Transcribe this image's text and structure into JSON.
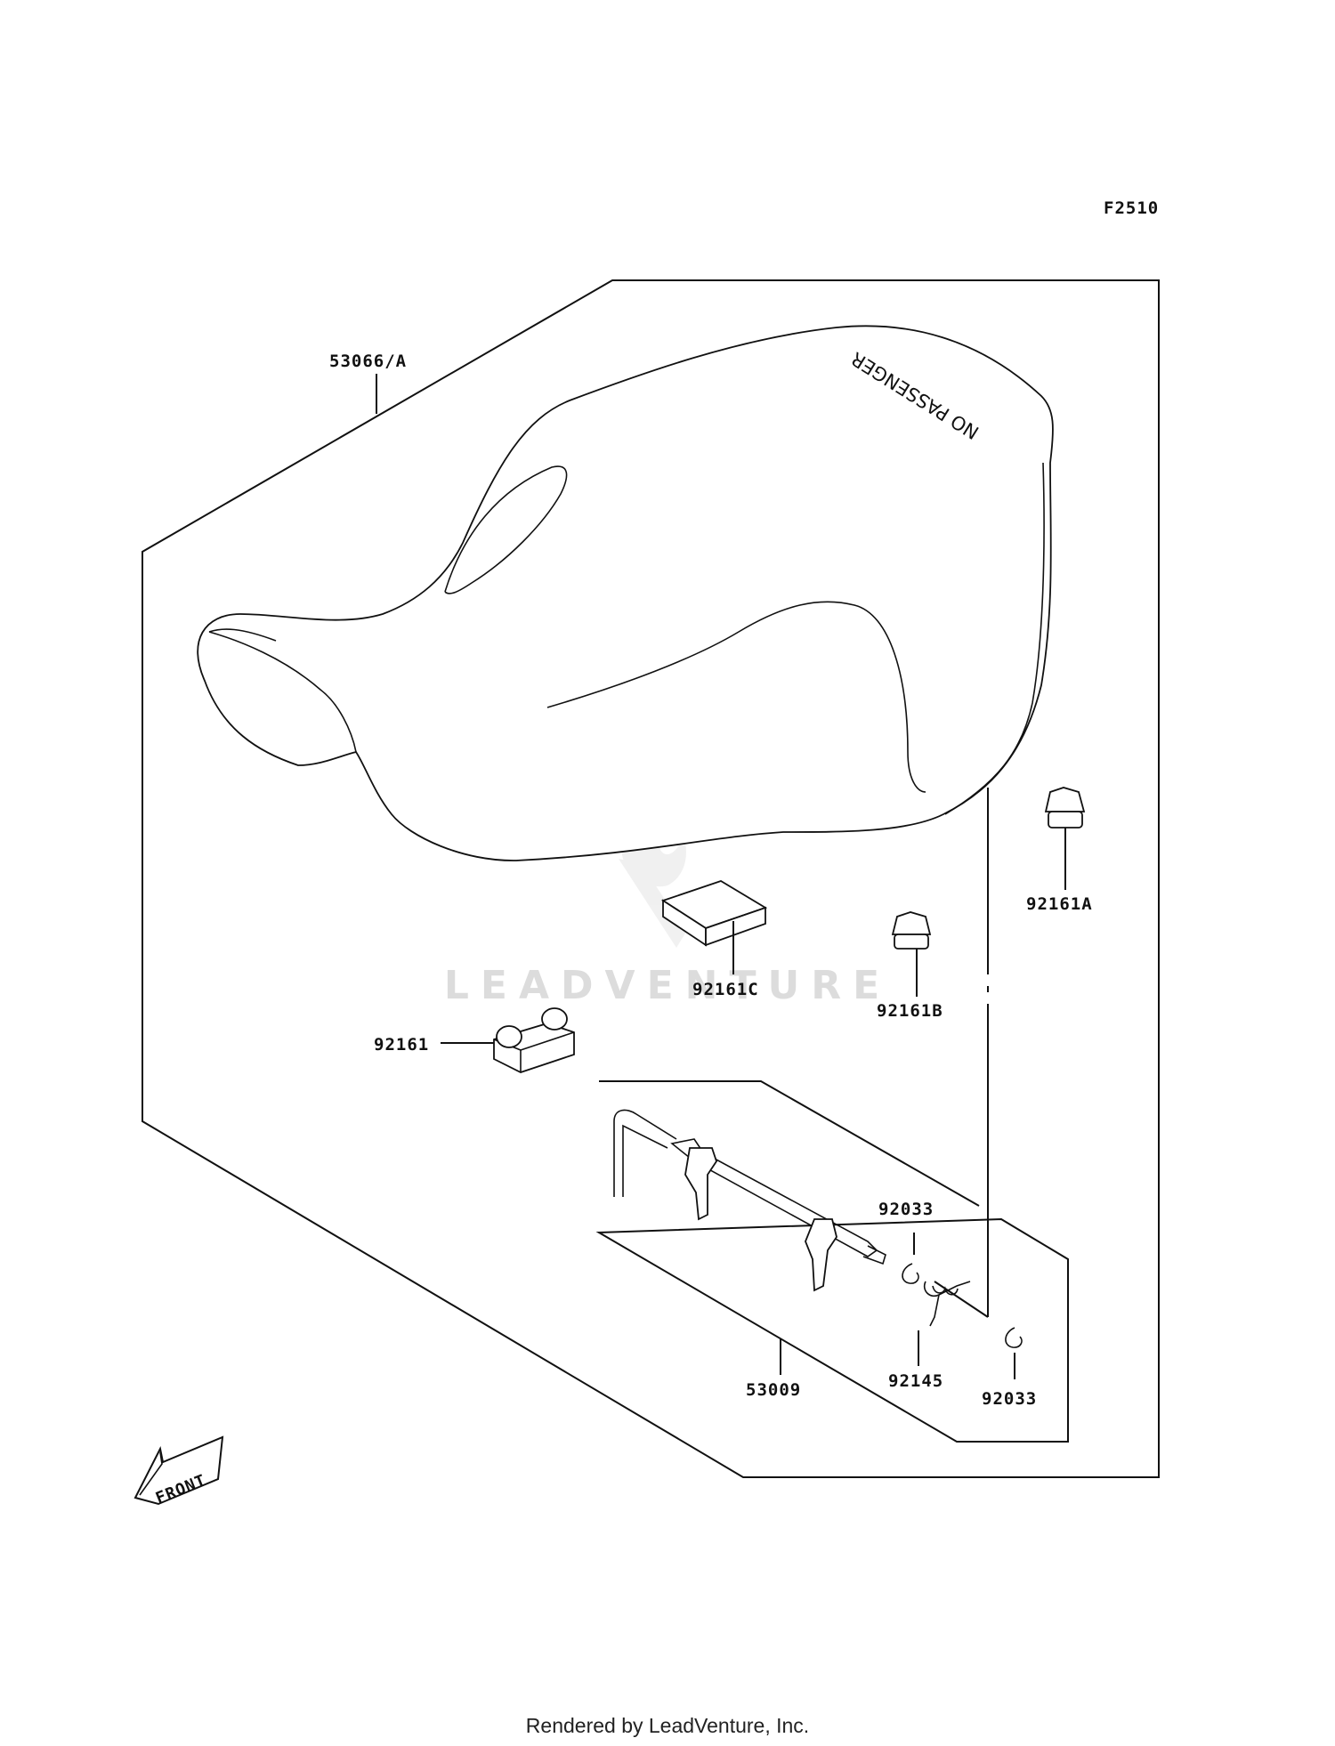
{
  "figure_code": "F2510",
  "watermark": "LEADVENTURE",
  "seat_text": "NO PASSENGER",
  "front_arrow_text": "FRONT",
  "footer": "Rendered by LeadVenture, Inc.",
  "parts": {
    "seat": "53066/A",
    "pad": "92161C",
    "damper_a": "92161A",
    "damper_b": "92161B",
    "damper_set": "92161",
    "lock_assy": "53009",
    "clip_upper": "92033",
    "spring": "92145",
    "clip_lower": "92033"
  }
}
